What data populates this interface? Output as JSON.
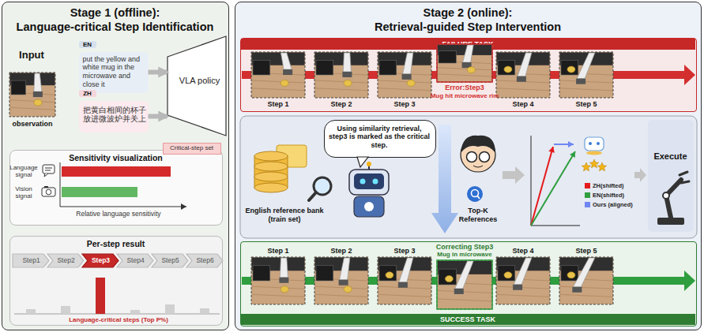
{
  "diagram": {
    "nodes": [
      {
        "text": [
          "Stage 1 (offline):",
          "Language-critical Step Identification"
        ]
      },
      {
        "text": [
          "EN",
          "put the yellow and white mug in the microwave and close it"
        ],
        "in": 0
      },
      {
        "text": [
          "ZH",
          "把黄白相间的杯子放进微波炉并关上"
        ],
        "in": 0
      },
      {
        "text": [
          "VLA policy"
        ],
        "in": 0
      },
      {
        "text": [
          "Sensitivity visualization"
        ],
        "in": 0
      },
      {
        "text": [
          "Critical-step set"
        ],
        "in": 0
      },
      {
        "text": [
          "Per-step result"
        ],
        "in": 0
      },
      {
        "text": [
          "Step1"
        ],
        "in": 6
      },
      {
        "text": [
          "Step2"
        ],
        "in": 6
      },
      {
        "text": [
          "Step3"
        ],
        "in": 6
      },
      {
        "text": [
          "Step4"
        ],
        "in": 6
      },
      {
        "text": [
          "Step5"
        ],
        "in": 6
      },
      {
        "text": [
          "Step6"
        ],
        "in": 6
      },
      {
        "text": [
          "Stage 2 (online):",
          "Retrieval-guided Step Intervention"
        ]
      },
      {
        "text": [
          "FAILURE TASK"
        ],
        "in": 13
      },
      {
        "text": [
          "Using similarity retrieval, step3 is marked as the critical step."
        ],
        "in": 13
      },
      {
        "text": [
          "Execute"
        ],
        "in": 13
      },
      {
        "text": [
          "SUCCESS TASK"
        ],
        "in": 13
      }
    ],
    "edges": [
      {
        "from": 1,
        "to": 3,
        "arrow": "to"
      },
      {
        "from": 2,
        "to": 3,
        "arrow": "to"
      }
    ],
    "labels": [
      "Input",
      "observation",
      "Language signal",
      "Vision signal",
      "Relative language sensitivity",
      "Language-critical steps (Top P%)",
      "Step 1",
      "Step 2",
      "Step 3",
      "Step 4",
      "Step 5",
      "Error:Step3",
      "Mug hit microwave rim",
      "English reference bank (train set)",
      "Top-K References",
      "Step 1",
      "Step 2",
      "Step 3",
      "Step 4",
      "Step 5",
      "Correcting Step3",
      "Mug in microwave"
    ],
    "legend": [
      {
        "text": "ZH(shifted)",
        "color": "#e41a1c"
      },
      {
        "text": "EN(shifted)",
        "color": "#2e9e3e"
      },
      {
        "text": "Ours (aligned)",
        "color": "#6f86f0"
      }
    ]
  }
}
